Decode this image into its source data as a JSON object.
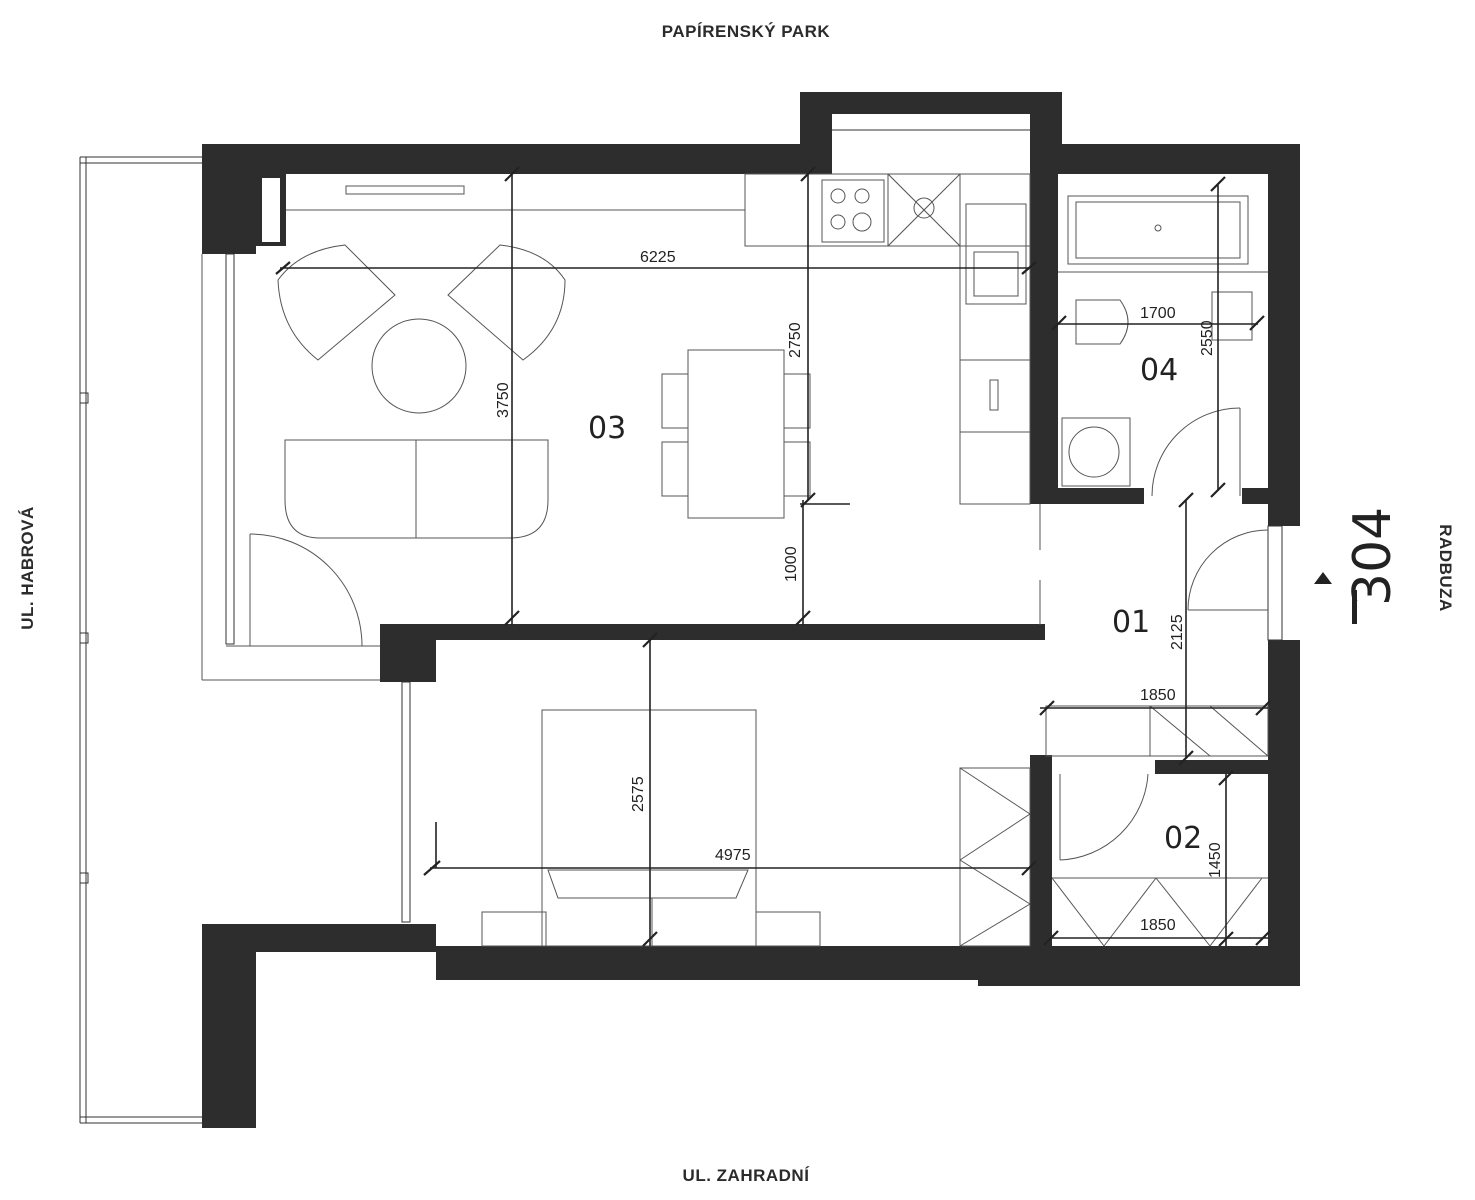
{
  "streets": {
    "top": "PAPÍRENSKÝ PARK",
    "bottom": "UL. ZAHRADNÍ",
    "left": "UL. HABROVÁ",
    "right": "RADBUZA"
  },
  "unit": {
    "number": "304"
  },
  "rooms": [
    "03",
    "04",
    "01",
    "02"
  ],
  "dimensions": {
    "living_width": "6225",
    "living_depth": "3750",
    "dining_depth": "2750",
    "passage": "1000",
    "bath_width": "1700",
    "bath_depth": "2550",
    "hall_depth": "2125",
    "hall_width": "1850",
    "bedroom_depth": "2575",
    "bedroom_width": "4975",
    "storage_depth": "1450",
    "storage_width": "1850"
  },
  "colors": {
    "wall": "#2d2d2d",
    "line": "#333333"
  }
}
